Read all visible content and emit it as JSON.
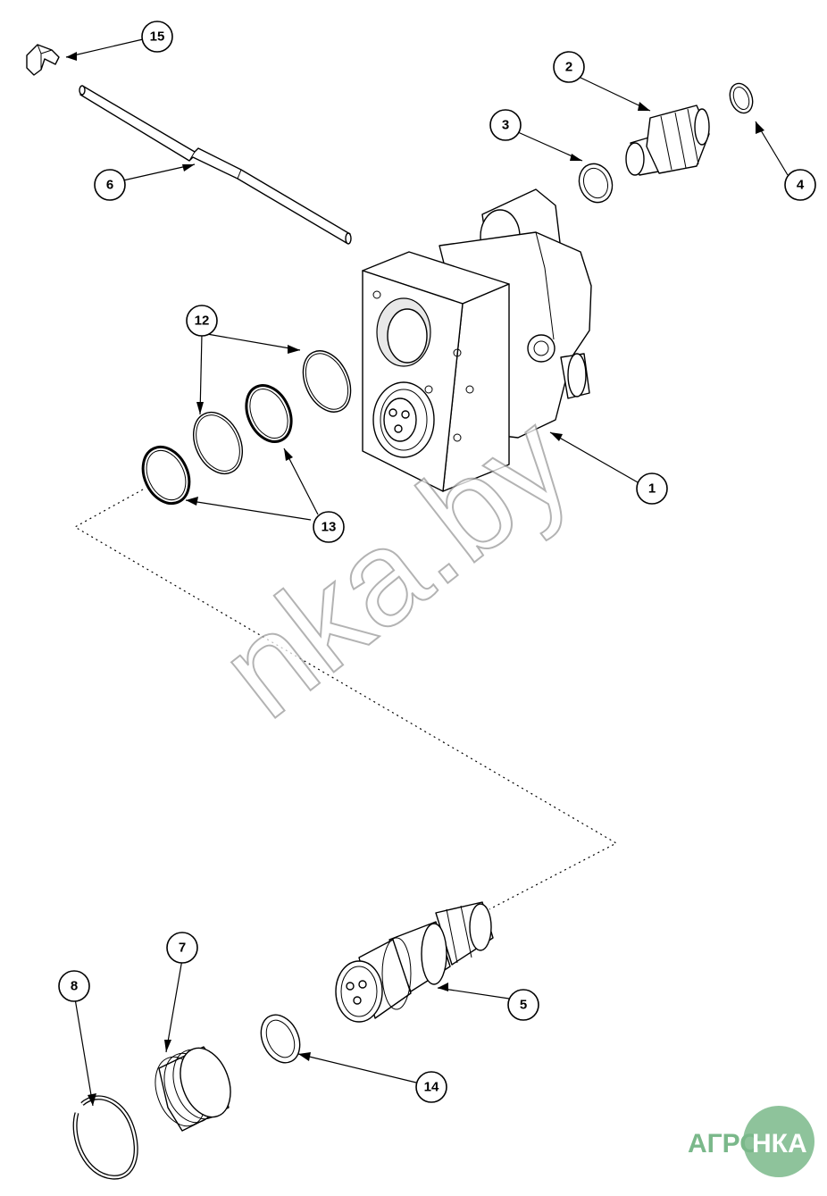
{
  "callouts": [
    {
      "id": "15",
      "label": "15"
    },
    {
      "id": "2",
      "label": "2"
    },
    {
      "id": "3",
      "label": "3"
    },
    {
      "id": "4",
      "label": "4"
    },
    {
      "id": "6",
      "label": "6"
    },
    {
      "id": "12",
      "label": "12"
    },
    {
      "id": "1",
      "label": "1"
    },
    {
      "id": "13",
      "label": "13"
    },
    {
      "id": "7",
      "label": "7"
    },
    {
      "id": "8",
      "label": "8"
    },
    {
      "id": "5",
      "label": "5"
    },
    {
      "id": "14",
      "label": "14"
    }
  ],
  "watermark": {
    "text": "nka.by"
  },
  "logo": {
    "left_text": "АГРО",
    "right_text": "НКА",
    "color": "#7ab88a"
  },
  "colors": {
    "line": "#000000",
    "background": "#ffffff",
    "watermark_outline": "#9a9a9a"
  }
}
